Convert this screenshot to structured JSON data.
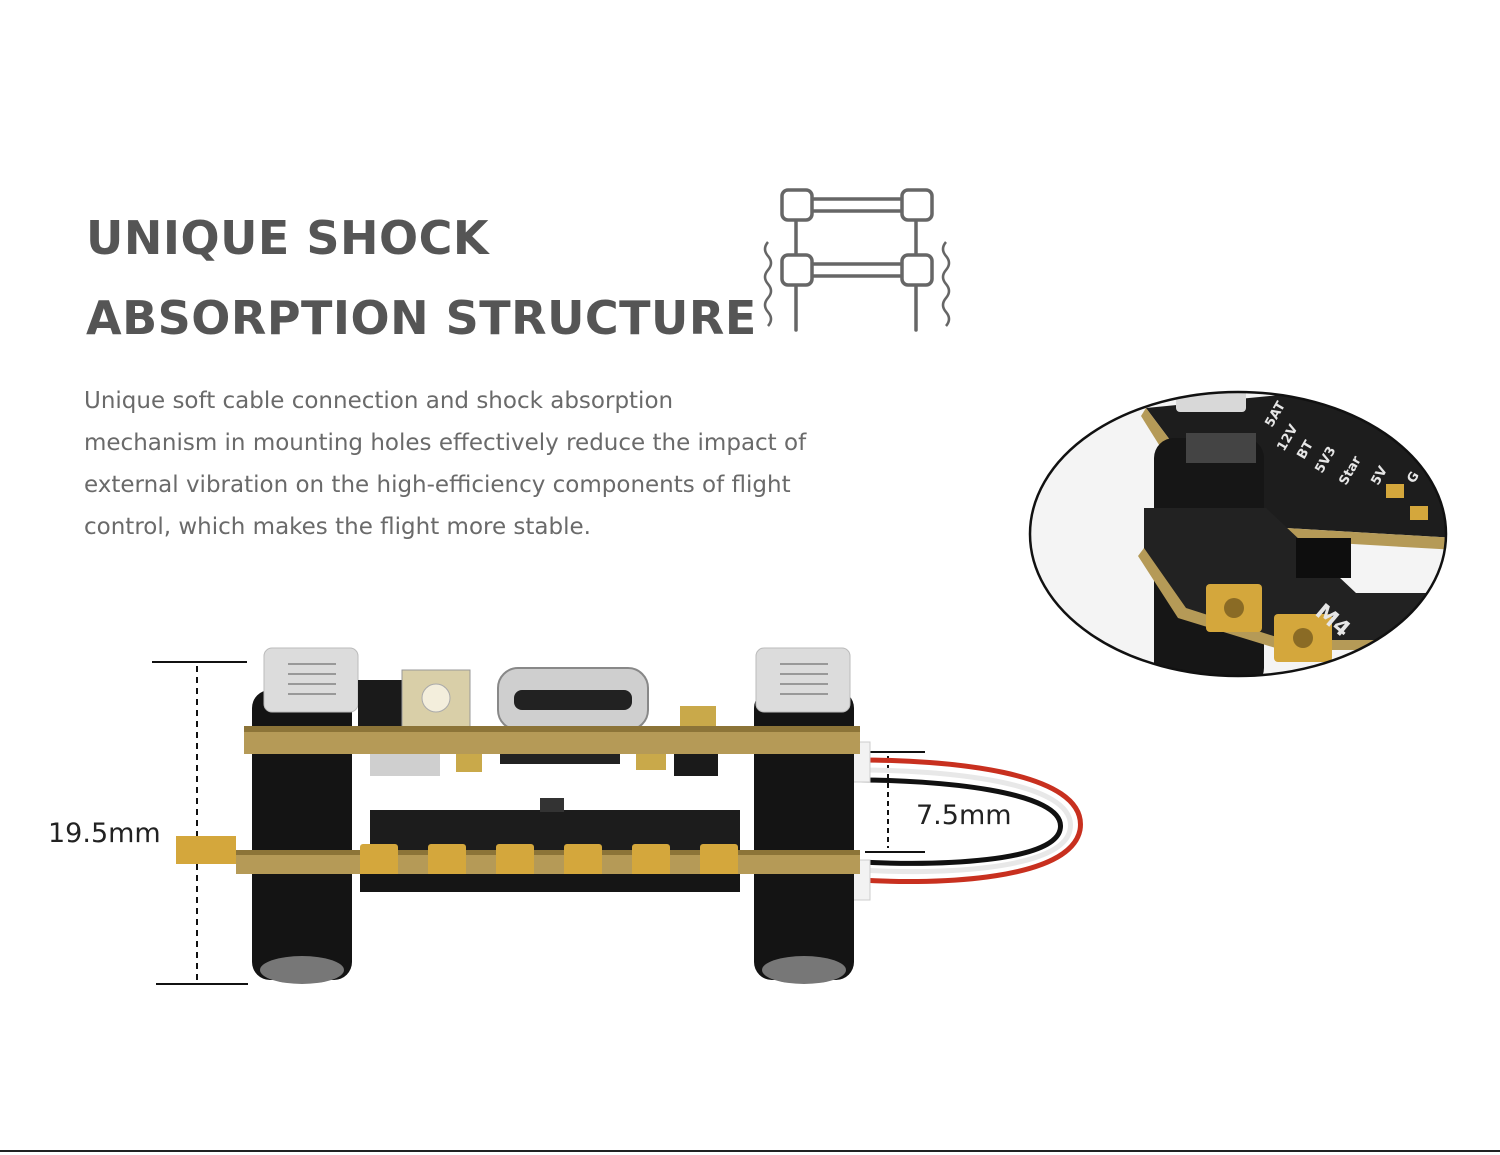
{
  "headline": {
    "line1": "UNIQUE SHOCK",
    "line2": "ABSORPTION STRUCTURE"
  },
  "description": {
    "lines": [
      "Unique soft cable connection and shock absorption",
      "mechanism in mounting holes effectively reduce the impact of",
      "external vibration on the high-efficiency components of flight",
      "control, which makes the flight more stable."
    ]
  },
  "icon": {
    "name": "shock-absorption-structure-icon"
  },
  "dimensions": {
    "total_height": "19.5mm",
    "board_gap": "7.5mm"
  },
  "closeup": {
    "pad_labels": [
      "5AT",
      "12V",
      "BT",
      "5V3",
      "Star",
      "5V",
      "G"
    ],
    "motor_label": "M4"
  },
  "colors": {
    "heading": "#555555",
    "body_text": "#6a6a6a",
    "pcb_edge": "#b59a57",
    "gold_pad": "#d4a73c"
  }
}
